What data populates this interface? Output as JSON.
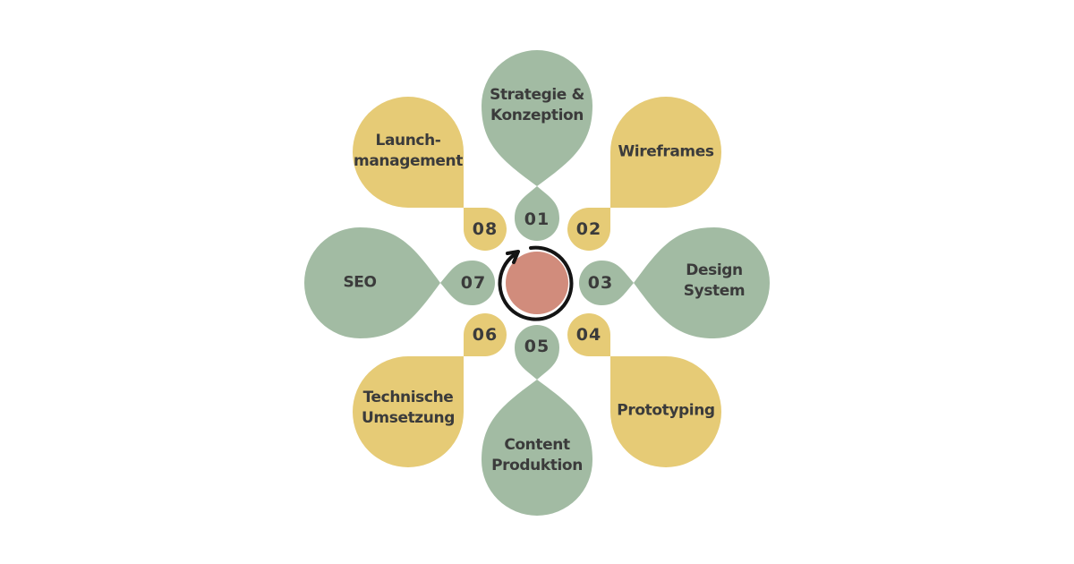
{
  "colors": {
    "background": "#ffffff",
    "green": "#a2bba3",
    "yellow": "#e6cb76",
    "salmon": "#d18c7c",
    "text": "#3b3b3b",
    "arrow": "#141414"
  },
  "diagram": {
    "type": "cycle-flower",
    "center_icon": "cycle-arrow-icon",
    "steps": [
      {
        "number": "01",
        "label": "Strategie &\nKonzeption",
        "color": "green",
        "position": "top"
      },
      {
        "number": "02",
        "label": "Wireframes",
        "color": "yellow",
        "position": "top-right"
      },
      {
        "number": "03",
        "label": "Design\nSystem",
        "color": "green",
        "position": "right"
      },
      {
        "number": "04",
        "label": "Prototyping",
        "color": "yellow",
        "position": "bottom-right"
      },
      {
        "number": "05",
        "label": "Content\nProduktion",
        "color": "green",
        "position": "bottom"
      },
      {
        "number": "06",
        "label": "Technische\nUmsetzung",
        "color": "yellow",
        "position": "bottom-left"
      },
      {
        "number": "07",
        "label": "SEO",
        "color": "green",
        "position": "left"
      },
      {
        "number": "08",
        "label": "Launch-\nmanagement",
        "color": "yellow",
        "position": "top-left"
      }
    ]
  }
}
